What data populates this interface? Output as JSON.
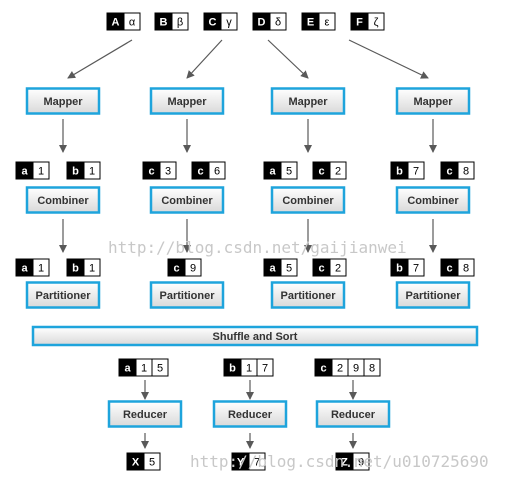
{
  "inputs": [
    {
      "key": "A",
      "value": "α"
    },
    {
      "key": "B",
      "value": "β"
    },
    {
      "key": "C",
      "value": "γ"
    },
    {
      "key": "D",
      "value": "δ"
    },
    {
      "key": "E",
      "value": "ε"
    },
    {
      "key": "F",
      "value": "ζ"
    }
  ],
  "labels": {
    "mapper": "Mapper",
    "combiner": "Combiner",
    "partitioner": "Partitioner",
    "shuffle": "Shuffle and Sort",
    "reducer": "Reducer"
  },
  "mapper_outputs": [
    [
      {
        "key": "a",
        "value": "1"
      },
      {
        "key": "b",
        "value": "1"
      }
    ],
    [
      {
        "key": "c",
        "value": "3"
      },
      {
        "key": "c",
        "value": "6"
      }
    ],
    [
      {
        "key": "a",
        "value": "5"
      },
      {
        "key": "c",
        "value": "2"
      }
    ],
    [
      {
        "key": "b",
        "value": "7"
      },
      {
        "key": "c",
        "value": "8"
      }
    ]
  ],
  "combiner_outputs": [
    [
      {
        "key": "a",
        "value": "1"
      },
      {
        "key": "b",
        "value": "1"
      }
    ],
    [
      {
        "key": "c",
        "value": "9"
      }
    ],
    [
      {
        "key": "a",
        "value": "5"
      },
      {
        "key": "c",
        "value": "2"
      }
    ],
    [
      {
        "key": "b",
        "value": "7"
      },
      {
        "key": "c",
        "value": "8"
      }
    ]
  ],
  "reducer_inputs": [
    {
      "key": "a",
      "values": [
        "1",
        "5"
      ]
    },
    {
      "key": "b",
      "values": [
        "1",
        "7"
      ]
    },
    {
      "key": "c",
      "values": [
        "2",
        "9",
        "8"
      ]
    }
  ],
  "reducer_outputs": [
    {
      "key": "X",
      "value": "5"
    },
    {
      "key": "Y",
      "value": "7"
    },
    {
      "key": "Z",
      "value": "9"
    }
  ],
  "watermarks": {
    "middle": "http://blog.csdn.net/gaijianwei",
    "bottom": "http://blog.csdn.net/u010725690"
  },
  "colors": {
    "box_border": "#1ea4dc",
    "box_fill_top": "#ffffff",
    "box_fill_bottom": "#dcdcdc",
    "key_fill": "#000000",
    "arrow": "#595959"
  }
}
